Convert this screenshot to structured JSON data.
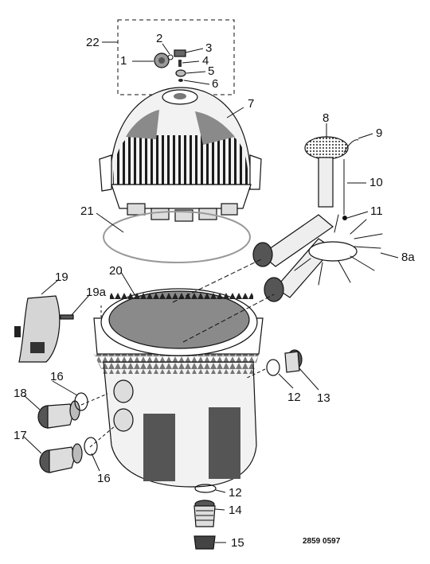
{
  "callouts": {
    "c1": "1",
    "c2": "2",
    "c3": "3",
    "c4": "4",
    "c5": "5",
    "c6": "6",
    "c7": "7",
    "c8": "8",
    "c8a": "8a",
    "c9": "9",
    "c10": "10",
    "c11": "11",
    "c12a": "12",
    "c12b": "12",
    "c13": "13",
    "c14": "14",
    "c15": "15",
    "c16a": "16",
    "c16b": "16",
    "c17": "17",
    "c18": "18",
    "c19": "19",
    "c19a": "19a",
    "c20": "20",
    "c21": "21",
    "c22": "22"
  },
  "document_number": "2859 0597",
  "colors": {
    "ink": "#111111",
    "shade": "#808080",
    "gasket": "#cfcfcf",
    "paper": "#ffffff"
  }
}
